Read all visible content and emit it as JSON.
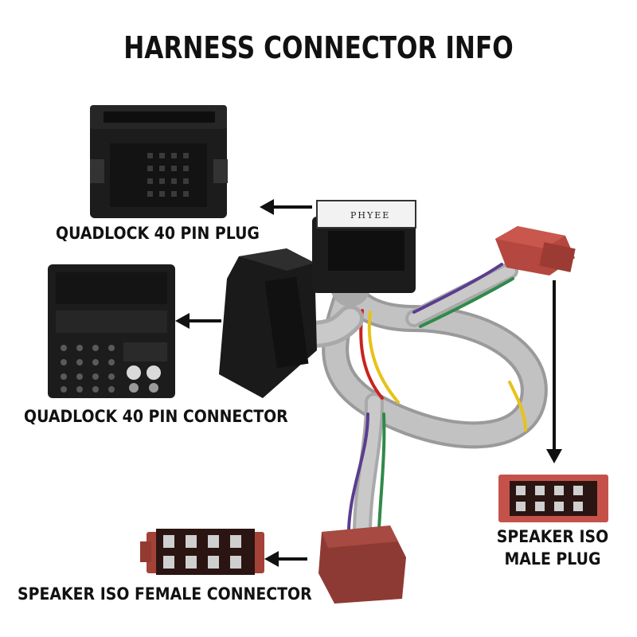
{
  "title": "HARNESS CONNECTOR INFO",
  "labels": {
    "quadlock_plug": "QUADLOCK 40 PIN PLUG",
    "quadlock_connector": "QUADLOCK 40 PIN CONNECTOR",
    "speaker_male_line1": "SPEAKER ISO",
    "speaker_male_line2": "MALE PLUG",
    "speaker_female": "SPEAKER ISO FEMALE CONNECTOR"
  },
  "module_brand": "PHYEE",
  "colors": {
    "connector_black": "#1c1c1c",
    "iso_red": "#b4473f",
    "iso_brown": "#8e3a34",
    "wire_grey": "#a9a9a9",
    "wire_purple": "#5a3d8f",
    "wire_green": "#2f8a4a",
    "wire_yellow": "#e8c21a",
    "wire_red": "#c8231f",
    "arrow": "#111111"
  }
}
